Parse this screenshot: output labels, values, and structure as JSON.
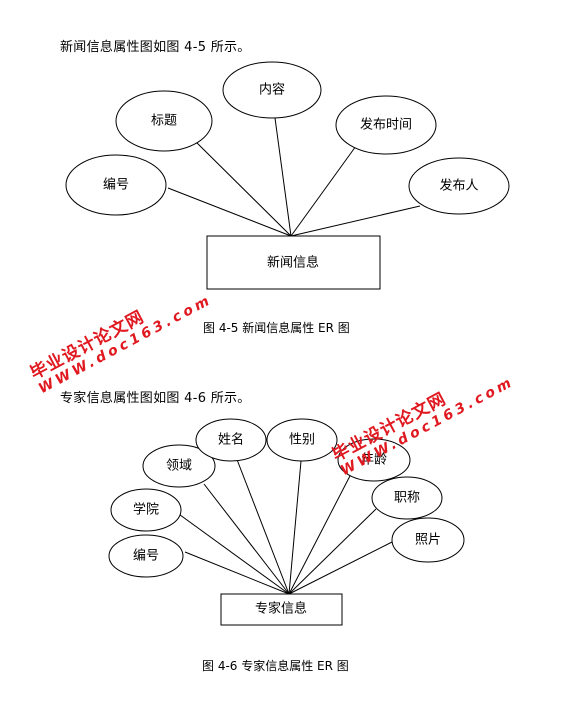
{
  "section1": {
    "intro": "新闻信息属性图如图 4-5 所示。",
    "entity": "新闻信息",
    "attributes": [
      "编号",
      "标题",
      "内容",
      "发布时间",
      "发布人"
    ],
    "caption": "图 4-5 新闻信息属性 ER 图"
  },
  "section2": {
    "intro": "专家信息属性图如图 4-6 所示。",
    "entity": "专家信息",
    "attributes": [
      "编号",
      "学院",
      "领域",
      "姓名",
      "性别",
      "年龄",
      "职称",
      "照片"
    ],
    "caption": "图 4-6 专家信息属性 ER 图"
  },
  "watermarks": [
    {
      "site_name": "毕业设计论文网",
      "url": "WWW.doc163.com"
    },
    {
      "site_name": "毕业设计论文网",
      "url": "WWW.doc163.com"
    }
  ],
  "colors": {
    "watermark": "#e0181f",
    "line": "#000000"
  }
}
